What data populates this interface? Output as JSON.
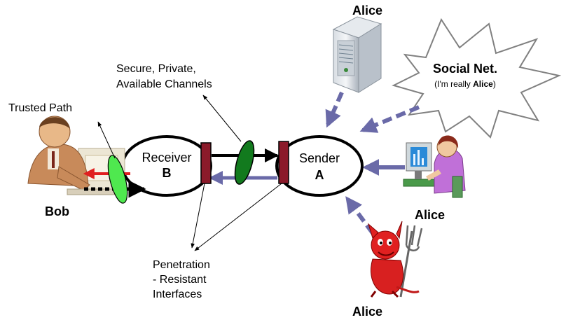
{
  "labels": {
    "alice_server": "Alice",
    "social_net_title": "Social Net.",
    "social_net_sub_prefix": "(I'm really ",
    "social_net_sub_name": "Alice",
    "social_net_sub_suffix": ")",
    "channels_line1": "Secure, Private,",
    "channels_line2": "Available Channels",
    "trusted_path": "Trusted Path",
    "receiver_name": "Receiver",
    "receiver_letter": "B",
    "sender_name": "Sender",
    "sender_letter": "A",
    "bob": "Bob",
    "alice_user": "Alice",
    "alice_devil": "Alice",
    "penetration_line1": "Penetration",
    "penetration_line2": "- Resistant",
    "penetration_line3": "Interfaces"
  },
  "colors": {
    "blue_arrow": "#6a6aa8",
    "interface_red": "#8b1a2a",
    "channel_green": "#127a1e",
    "trusted_green": "#4fe84f",
    "red_arrow": "#e02020"
  },
  "icons": [
    "server-icon",
    "bob-computer-icon",
    "alice-computer-icon",
    "devil-icon"
  ]
}
